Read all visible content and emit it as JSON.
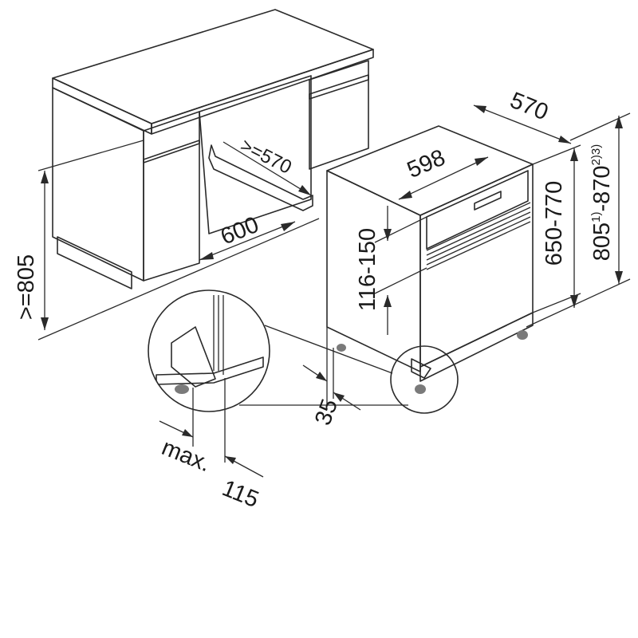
{
  "labels": {
    "niche_height": ">=805",
    "niche_width": "600",
    "niche_depth": ">=570",
    "appliance_width": "598",
    "appliance_depth": "570",
    "panel_range": "116-150",
    "body_height_range": "650-770",
    "total_height_a": "805",
    "total_height_a_sup": "1)",
    "total_height_b": "-870",
    "total_height_b_sup": "2)3)",
    "kick_depth": "35",
    "max_prefix": "max.",
    "max_value": "115"
  },
  "colors": {
    "cabinet_top": "#c9c9c9",
    "cabinet_face": "#a7a7a7",
    "cabinet_dark": "#8d8d8d",
    "appliance_body": "#ffffff",
    "line": "#2a2a2a"
  }
}
